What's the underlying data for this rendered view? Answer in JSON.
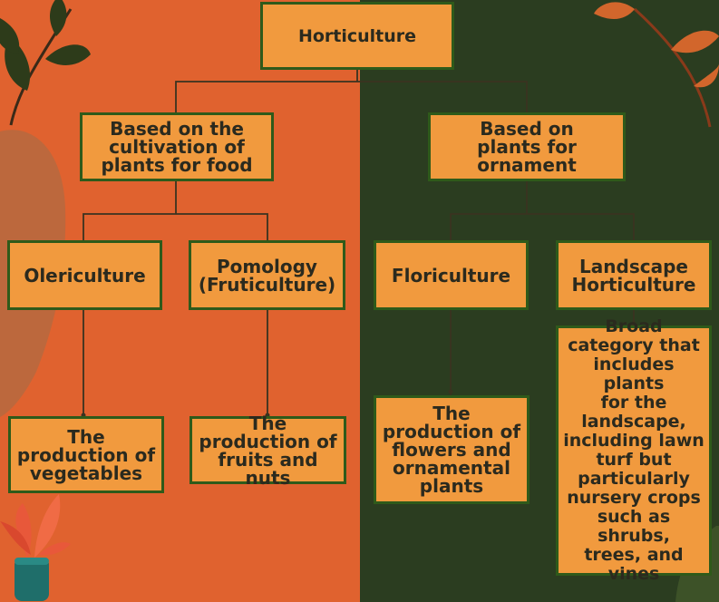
{
  "colors": {
    "left_background": "#e0622f",
    "right_background": "#2b3d20",
    "box_fill": "#f19a3e",
    "box_border": "#2f5a1a",
    "connector": "#3a3320"
  },
  "decorations": [
    "leaf-branch-top-left",
    "leaf-branch-top-right",
    "monstera-leaf-left",
    "potted-plant-bottom-left",
    "plant-silhouette-bottom-right"
  ],
  "root": {
    "label": "Horticulture"
  },
  "branches": [
    {
      "label": "Based on the\ncultivation of\nplants for food",
      "children": [
        {
          "label": "Olericulture",
          "description": "The\nproduction of\nvegetables"
        },
        {
          "label": "Pomology\n(Fruticulture)",
          "description": "The\nproduction of\nfruits and nuts"
        }
      ]
    },
    {
      "label": "Based on\nplants for\nornament",
      "children": [
        {
          "label": "Floriculture",
          "description": "The\nproduction of\nflowers and\nornamental\nplants"
        },
        {
          "label": "Landscape\nHorticulture",
          "description": "Broad\ncategory that\nincludes plants\nfor the\nlandscape,\nincluding lawn\nturf but\nparticularly\nnursery crops\nsuch as shrubs,\ntrees, and\nvines"
        }
      ]
    }
  ]
}
